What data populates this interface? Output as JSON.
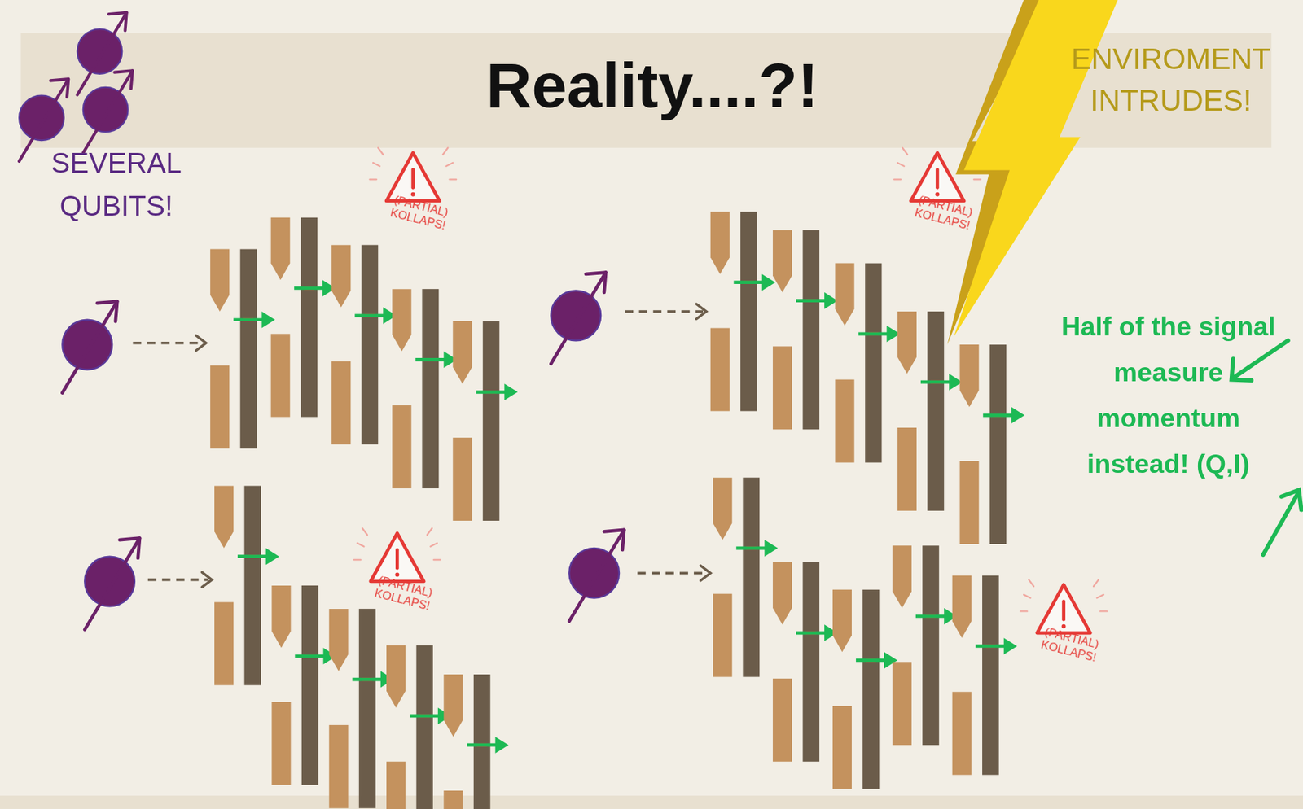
{
  "diagram": {
    "title": "Reality....?!",
    "labels": [
      "SEVERAL QUBITS!",
      "ENVIROMENT INTRUDES!",
      "(PARTIAL) KOLLAPS!",
      "(PARTIAL) KOLLAPS!",
      "(PARTIAL) KOLLAPS!",
      "(PARTIAL) KOLLAPS!",
      "Half of the signal measure momentum instead! (Q,I)"
    ]
  }
}
